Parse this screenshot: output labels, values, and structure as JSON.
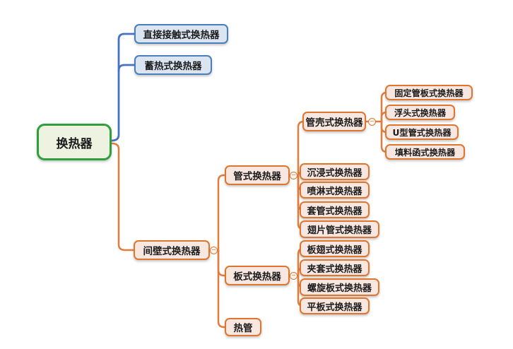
{
  "nodes": {
    "root": {
      "label": "换热器"
    },
    "direct_contact": {
      "label": "直接接触式换热器"
    },
    "regenerative": {
      "label": "蓄热式换热器"
    },
    "partition": {
      "label": "间壁式换热器"
    },
    "tubular": {
      "label": "管式换热器"
    },
    "shell_tube": {
      "label": "管壳式换热器"
    },
    "fixed_tube_sheet": {
      "label": "固定管板式换热器"
    },
    "floating_head": {
      "label": "浮头式换热器"
    },
    "u_tube": {
      "label": "U型管式换热器"
    },
    "stuffing_box": {
      "label": "填料函式换热器"
    },
    "immersion": {
      "label": "沉浸式换热器"
    },
    "spray": {
      "label": "喷淋式换热器"
    },
    "double_pipe": {
      "label": "套管式换热器"
    },
    "finned_tube": {
      "label": "翅片管式换热器"
    },
    "plate": {
      "label": "板式换热器"
    },
    "plate_fin": {
      "label": "板翅式换热器"
    },
    "jacketed": {
      "label": "夹套式换热器"
    },
    "spiral_plate": {
      "label": "螺旋板式换热器"
    },
    "flat_plate": {
      "label": "平板式换热器"
    },
    "heat_pipe": {
      "label": "热管"
    }
  },
  "hierarchy": {
    "root": [
      "direct_contact",
      "regenerative",
      "partition"
    ],
    "partition": [
      "tubular",
      "plate",
      "heat_pipe"
    ],
    "tubular": [
      "shell_tube",
      "immersion",
      "spray",
      "double_pipe",
      "finned_tube"
    ],
    "shell_tube": [
      "fixed_tube_sheet",
      "floating_head",
      "u_tube",
      "stuffing_box"
    ],
    "plate": [
      "plate_fin",
      "jacketed",
      "spiral_plate",
      "flat_plate"
    ]
  },
  "ui": {
    "toggle_symbol": "−"
  },
  "colors": {
    "root_border": "#2f9e3c",
    "root_fill": "#eef3e1",
    "blue_border": "#4a7ebb",
    "blue_fill": "#dbe5f2",
    "orange_border": "#e0762e",
    "orange_fill": "#f8e7e0",
    "blue_line": "#4472c4",
    "orange_line": "#e07d3e",
    "text": "#1b1b1b"
  }
}
